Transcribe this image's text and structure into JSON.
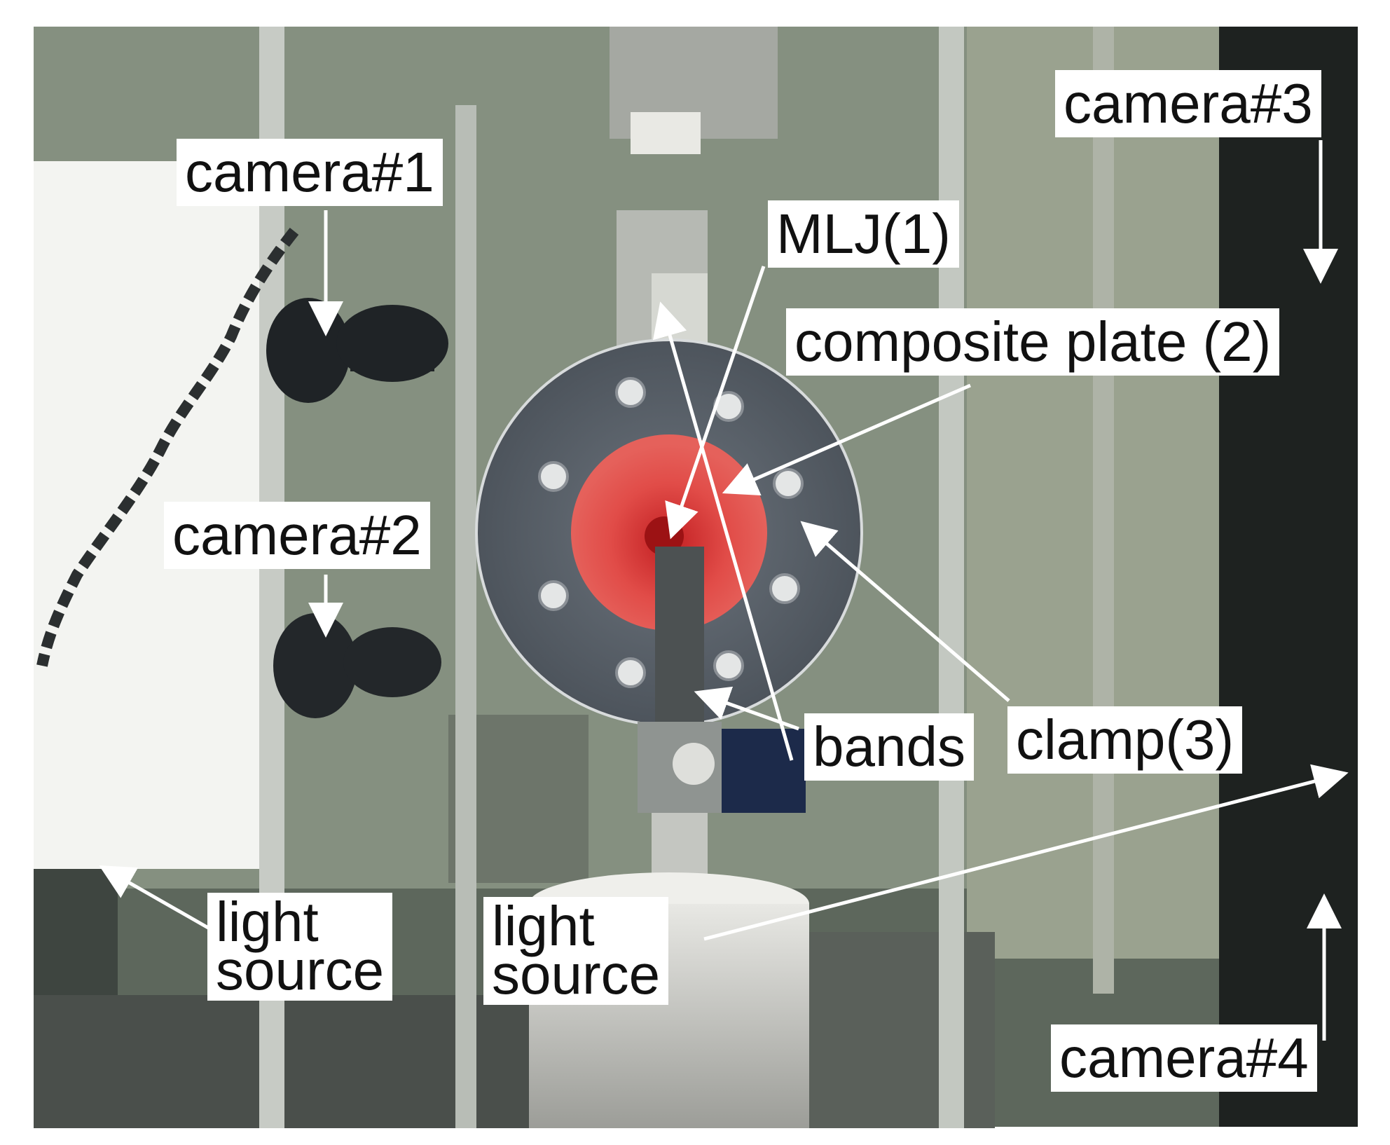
{
  "figure": {
    "labels": {
      "camera1": "camera#1",
      "camera2": "camera#2",
      "camera3": "camera#3",
      "camera4": "camera#4",
      "mlj": "MLJ(1)",
      "composite_plate": "composite plate (2)",
      "bands": "bands",
      "clamp": "clamp(3)",
      "light_source_left": [
        "light",
        "source"
      ],
      "light_source_center": [
        "light",
        "source"
      ]
    },
    "colors": {
      "background": "#5f6a60",
      "wall": "#8a9585",
      "window": "#f4f4f2",
      "frame_column": "#c9cdc8",
      "plate_disc": "#5e6670",
      "plate_red_zone": "#d9403d",
      "annotation_arrow": "#ffffff",
      "label_bg": "#ffffff",
      "label_text": "#111111"
    }
  }
}
